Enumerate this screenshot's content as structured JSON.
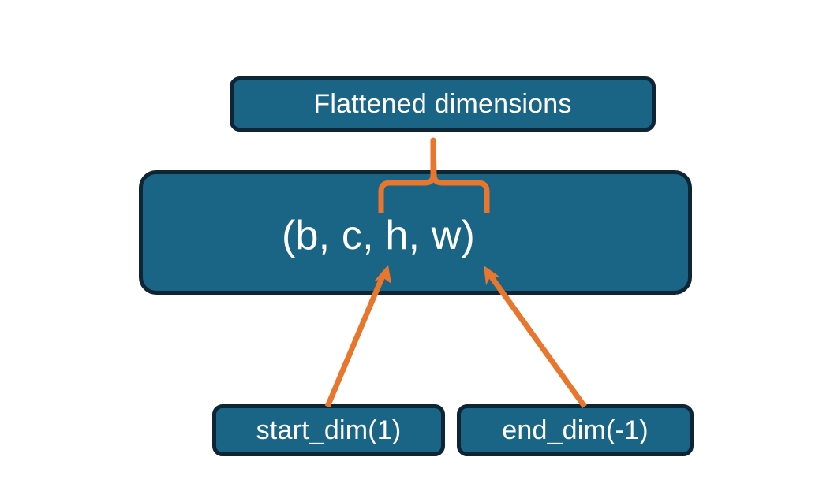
{
  "diagram": {
    "title_node": {
      "label": "Flattened dimensions"
    },
    "shape_node": {
      "label": "(b, c, h, w)"
    },
    "start_node": {
      "label": "start_dim(1)"
    },
    "end_node": {
      "label": "end_dim(-1)"
    },
    "colors": {
      "node_fill": "#1a6486",
      "node_border": "#0d2535",
      "node_text": "#ffffff",
      "connector": "#e8762c",
      "background": "#ffffff"
    },
    "connectors": [
      {
        "name": "brace-to-flattened",
        "kind": "curly-brace",
        "from": "shape_node",
        "to": "title_node",
        "spans": "c, h, w"
      },
      {
        "name": "start-dim-arrow",
        "kind": "arrow",
        "from": "start_node",
        "to": "shape_node"
      },
      {
        "name": "end-dim-arrow",
        "kind": "arrow",
        "from": "end_node",
        "to": "shape_node"
      }
    ]
  }
}
